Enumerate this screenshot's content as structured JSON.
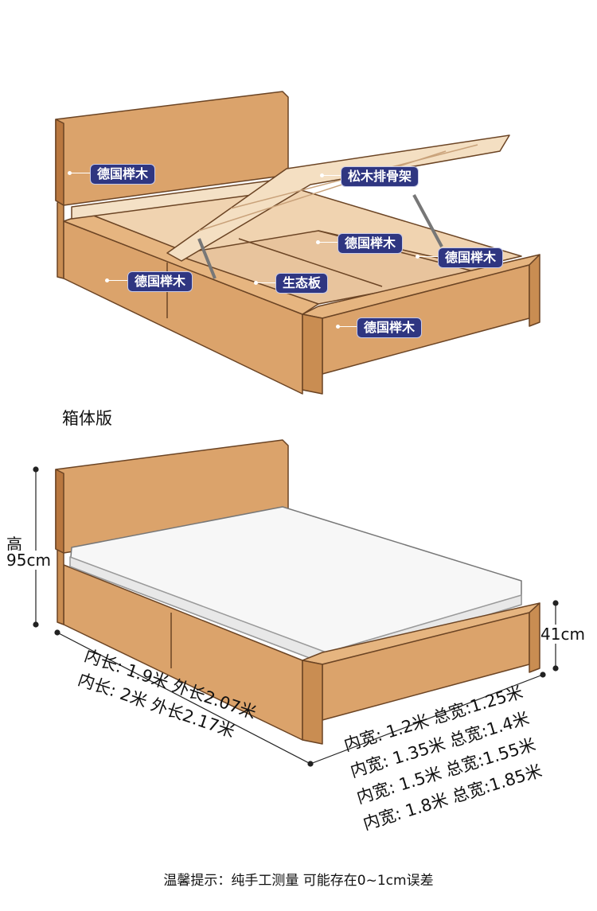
{
  "storage_bed": {
    "labels": {
      "headboard": "德国榉木",
      "slat_frame": "松木排骨架",
      "center_divider": "德国榉木",
      "right_rail": "德国榉木",
      "left_rail": "德国榉木",
      "bottom_board": "生态板",
      "foot_rail": "德国榉木"
    }
  },
  "version_title": "箱体版",
  "dimensions": {
    "height_label": "高",
    "height_value": "95cm",
    "side_height": "41cm",
    "lengths": [
      "内长: 1.9米  外长2.07米",
      "内长: 2米  外长2.17米"
    ],
    "widths": [
      "内宽: 1.2米  总宽:1.25米",
      "内宽: 1.35米  总宽:1.4米",
      "内宽: 1.5米  总宽:1.55米",
      "内宽: 1.8米  总宽:1.85米"
    ]
  },
  "footer_note": "温馨提示：纯手工测量 可能存在0~1cm误差",
  "colors": {
    "wood": "#dba36b",
    "wood_dark": "#b9773f",
    "label_bg": "#2f3681",
    "mattress": "#f7f7f7"
  }
}
